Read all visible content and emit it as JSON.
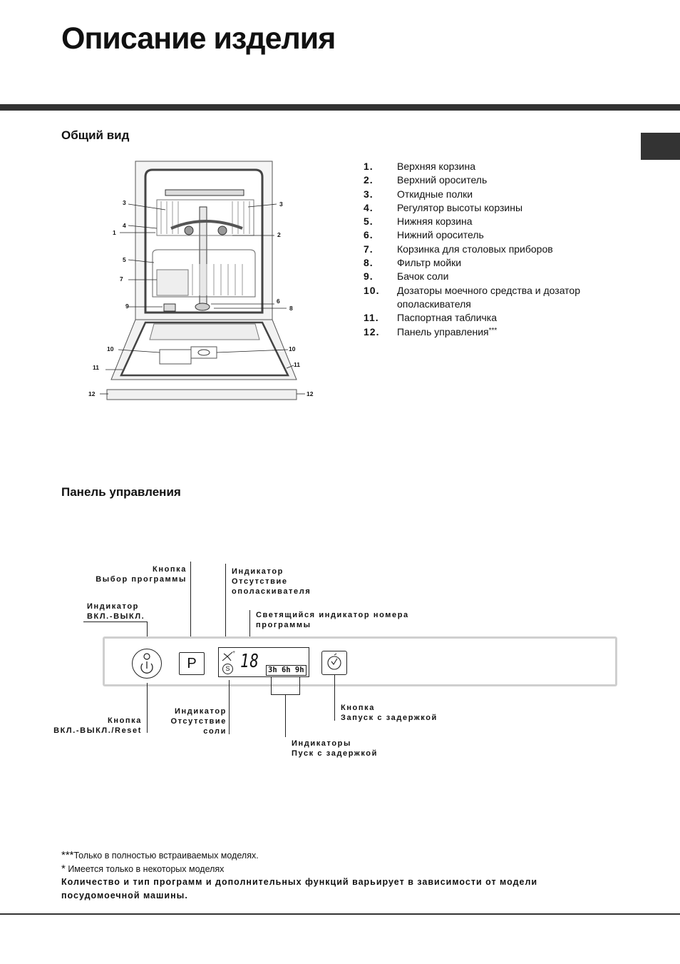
{
  "page": {
    "title": "Описание изделия"
  },
  "general_view": {
    "heading": "Общий вид",
    "callouts": {
      "left": [
        "3",
        "4",
        "1",
        "5",
        "7",
        "9",
        "10",
        "11",
        "12"
      ],
      "right": [
        "3",
        "2",
        "6",
        "8",
        "10",
        "11",
        "12"
      ]
    },
    "parts": [
      {
        "num": "1.",
        "name": "Верхняя корзина"
      },
      {
        "num": "2.",
        "name": "Верхний ороситель"
      },
      {
        "num": "3.",
        "name": "Откидные полки"
      },
      {
        "num": "4.",
        "name": "Регулятор высоты корзины"
      },
      {
        "num": "5.",
        "name": "Нижняя корзина"
      },
      {
        "num": "6.",
        "name": "Нижний ороситель"
      },
      {
        "num": "7.",
        "name": "Корзинка для столовых приборов"
      },
      {
        "num": "8.",
        "name": "Фильтр мойки"
      },
      {
        "num": "9.",
        "name": "Бачок соли"
      },
      {
        "num": "10.",
        "name": "Дозаторы моечного средства и дозатор ополаскивателя"
      },
      {
        "num": "11.",
        "name": "Паспортная табличка"
      },
      {
        "num": "12.",
        "name": "Панель управления",
        "mark": "***"
      }
    ]
  },
  "control_panel": {
    "heading": "Панель управления",
    "labels": {
      "program_button": [
        "Кнопка",
        "Выбор программы"
      ],
      "power_indicator": [
        "Индикатор",
        "ВКЛ.-ВЫКЛ."
      ],
      "rinse_indicator": [
        "Индикатор",
        "Отсутствие",
        "ополаскивателя"
      ],
      "program_number": [
        "Светящийся индикатор номера",
        "программы"
      ],
      "power_button": [
        "Кнопка",
        "ВКЛ.-ВЫКЛ./Reset"
      ],
      "salt_indicator": [
        "Индикатор",
        "Отсутствие",
        "соли"
      ],
      "delay_indicators": [
        "Индикаторы",
        "Пуск с задержкой"
      ],
      "delay_button": [
        "Кнопка",
        "Запуск с задержкой"
      ]
    },
    "display": {
      "program_button_letter": "P",
      "digits": "18",
      "delay_options": "3h 6h 9h",
      "salt_symbol": "S"
    },
    "icons": [
      "power-icon",
      "rinse-aid-icon",
      "salt-icon",
      "delay-clock-icon"
    ]
  },
  "footnotes": {
    "fn1_mark": "***",
    "fn1_text": "Только в полностью встраиваемых моделях.",
    "fn2_mark": "*",
    "fn2_text": " Имеется только в некоторых моделях",
    "note": "Количество и тип программ и дополнительных функций варьирует в зависимости от модели посудомоечной машины."
  }
}
